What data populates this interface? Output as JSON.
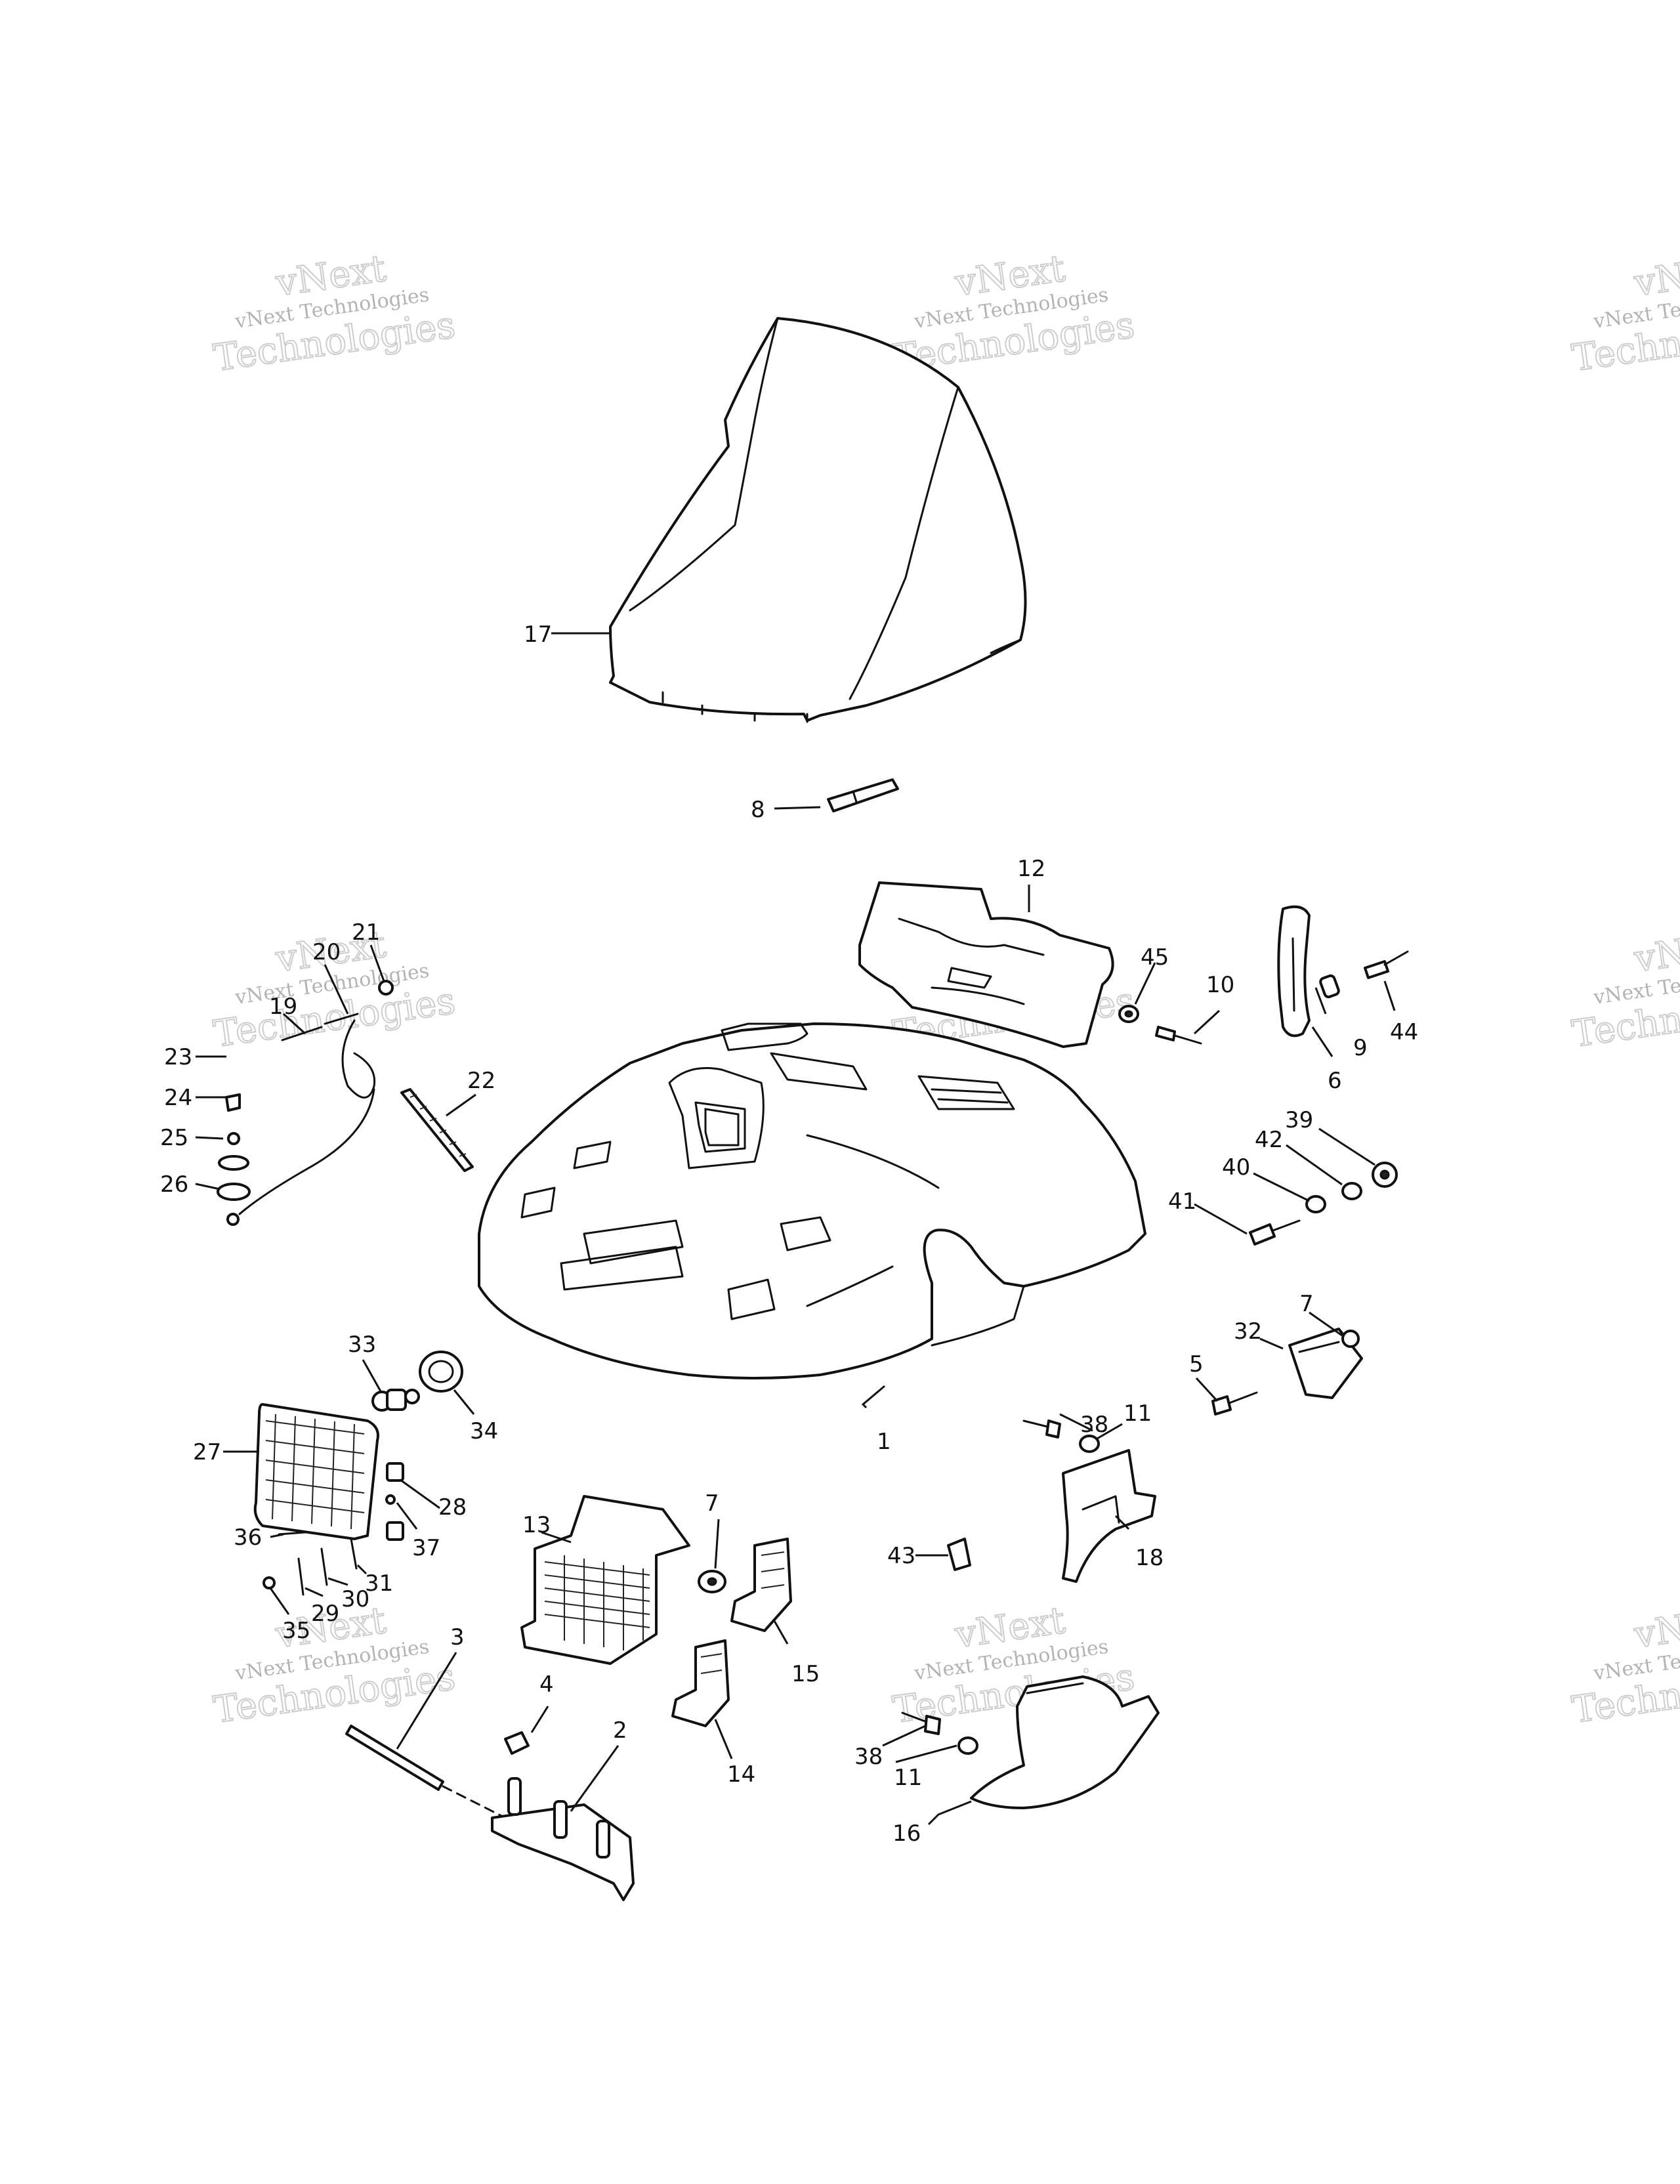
{
  "watermark": {
    "line1": "vNext",
    "line2": "vNext Technologies",
    "line3": "Technologies"
  },
  "callouts": [
    {
      "label": "1"
    },
    {
      "label": "2"
    },
    {
      "label": "3"
    },
    {
      "label": "4"
    },
    {
      "label": "5"
    },
    {
      "label": "6"
    },
    {
      "label": "7"
    },
    {
      "label": "7"
    },
    {
      "label": "8"
    },
    {
      "label": "9"
    },
    {
      "label": "10"
    },
    {
      "label": "11"
    },
    {
      "label": "11"
    },
    {
      "label": "12"
    },
    {
      "label": "13"
    },
    {
      "label": "14"
    },
    {
      "label": "15"
    },
    {
      "label": "16"
    },
    {
      "label": "17"
    },
    {
      "label": "18"
    },
    {
      "label": "19"
    },
    {
      "label": "20"
    },
    {
      "label": "21"
    },
    {
      "label": "22"
    },
    {
      "label": "23"
    },
    {
      "label": "24"
    },
    {
      "label": "25"
    },
    {
      "label": "26"
    },
    {
      "label": "27"
    },
    {
      "label": "28"
    },
    {
      "label": "29"
    },
    {
      "label": "30"
    },
    {
      "label": "31"
    },
    {
      "label": "32"
    },
    {
      "label": "33"
    },
    {
      "label": "34"
    },
    {
      "label": "35"
    },
    {
      "label": "36"
    },
    {
      "label": "37"
    },
    {
      "label": "38"
    },
    {
      "label": "38"
    },
    {
      "label": "39"
    },
    {
      "label": "40"
    },
    {
      "label": "41"
    },
    {
      "label": "42"
    },
    {
      "label": "43"
    },
    {
      "label": "44"
    },
    {
      "label": "45"
    }
  ]
}
